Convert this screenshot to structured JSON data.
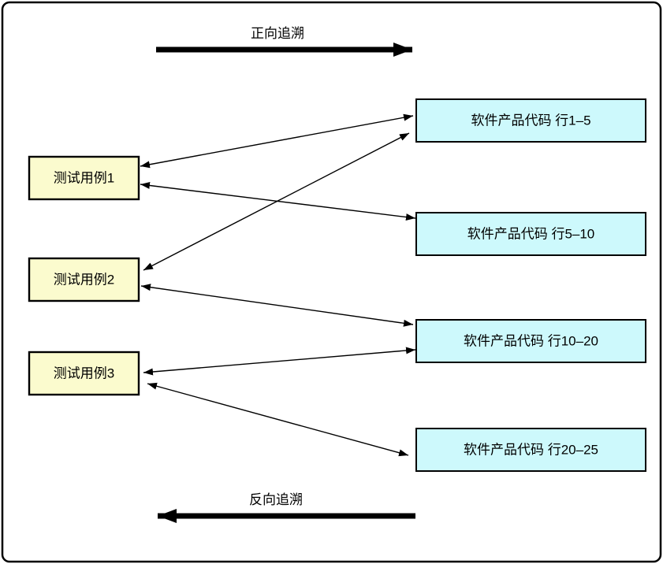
{
  "diagram": {
    "forward_arrow_label": "正向追溯",
    "backward_arrow_label": "反向追溯",
    "test_cases": [
      {
        "id": "tc1",
        "label": "测试用例1"
      },
      {
        "id": "tc2",
        "label": "测试用例2"
      },
      {
        "id": "tc3",
        "label": "测试用例3"
      }
    ],
    "code_blocks": [
      {
        "id": "c1",
        "label": "软件产品代码 行1–5"
      },
      {
        "id": "c2",
        "label": "软件产品代码 行5–10"
      },
      {
        "id": "c3",
        "label": "软件产品代码 行10–20"
      },
      {
        "id": "c4",
        "label": "软件产品代码 行20–25"
      }
    ],
    "links": [
      {
        "from": "tc1",
        "to": "c1"
      },
      {
        "from": "tc1",
        "to": "c2"
      },
      {
        "from": "tc2",
        "to": "c1"
      },
      {
        "from": "tc2",
        "to": "c3"
      },
      {
        "from": "tc3",
        "to": "c3"
      },
      {
        "from": "tc3",
        "to": "c4"
      }
    ],
    "colors": {
      "test_case_fill": "#FBFBCE",
      "code_block_fill": "#CDF9FC",
      "stroke": "#000000",
      "background": "#FFFFFF"
    }
  }
}
